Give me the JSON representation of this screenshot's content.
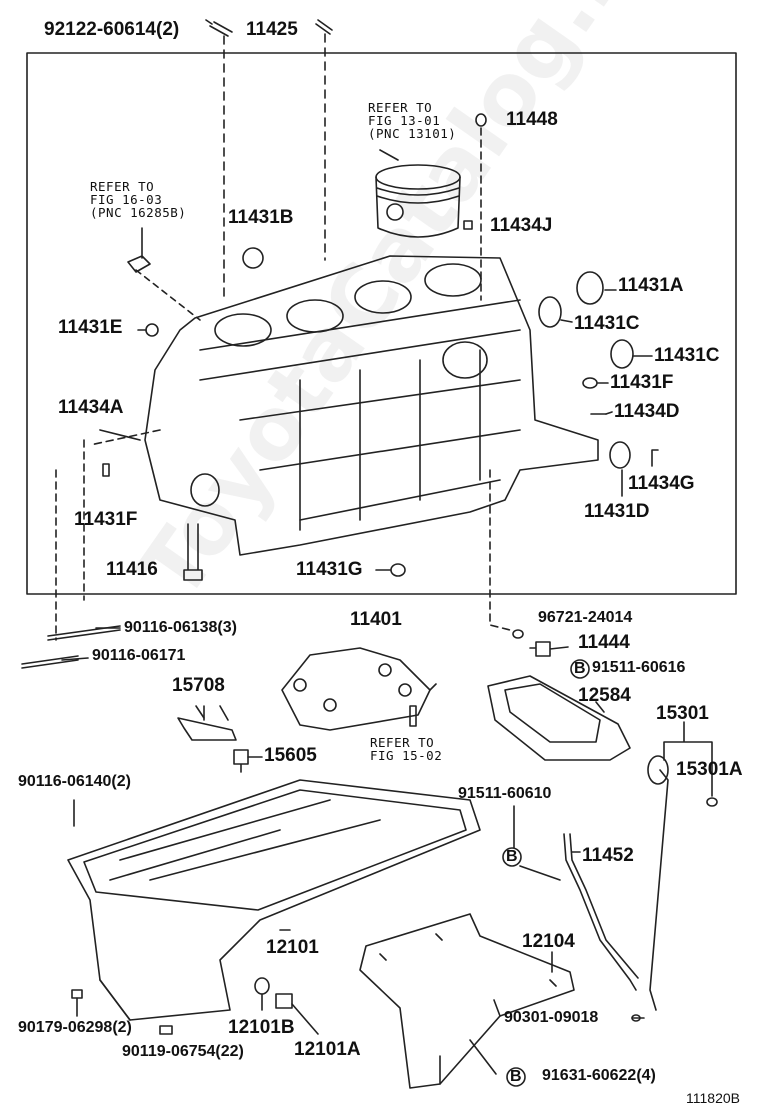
{
  "labels": {
    "p92122": "92122-60614(2)",
    "p11425": "11425",
    "p11448": "11448",
    "p11434J": "11434J",
    "p11431B": "11431B",
    "p11431A": "11431A",
    "p11431C_1": "11431C",
    "p11431C_2": "11431C",
    "p11431E": "11431E",
    "p11431F_r": "11431F",
    "p11434D": "11434D",
    "p11434A": "11434A",
    "p11434G": "11434G",
    "p11431F_l": "11431F",
    "p11431D": "11431D",
    "p11416": "11416",
    "p11431G": "11431G",
    "p11401": "11401",
    "p96721": "96721-24014",
    "p90116_138": "90116-06138(3)",
    "p11444": "11444",
    "p90116_171": "90116-06171",
    "p91511_616": "91511-60616",
    "p15708": "15708",
    "p12584": "12584",
    "p15301": "15301",
    "p15605": "15605",
    "p15301A": "15301A",
    "p90116_140": "90116-06140(2)",
    "p91511_610": "91511-60610",
    "p11452": "11452",
    "p12104": "12104",
    "p12101": "12101",
    "p90179": "90179-06298(2)",
    "p12101B": "12101B",
    "p90301": "90301-09018",
    "p90119": "90119-06754(22)",
    "p12101A": "12101A",
    "p91631": "91631-60622(4)",
    "bolt_B1": "B",
    "bolt_B2": "B",
    "bolt_B3": "B"
  },
  "refs": {
    "piston": "REFER TO\nFIG 13-01\n(PNC 13101)",
    "plug": "REFER TO\nFIG 16-03\n(PNC 16285B)",
    "pump": "REFER TO\nFIG 15-02"
  },
  "figure_id": "111820B",
  "watermark": "ToyotaCatalog.ru"
}
